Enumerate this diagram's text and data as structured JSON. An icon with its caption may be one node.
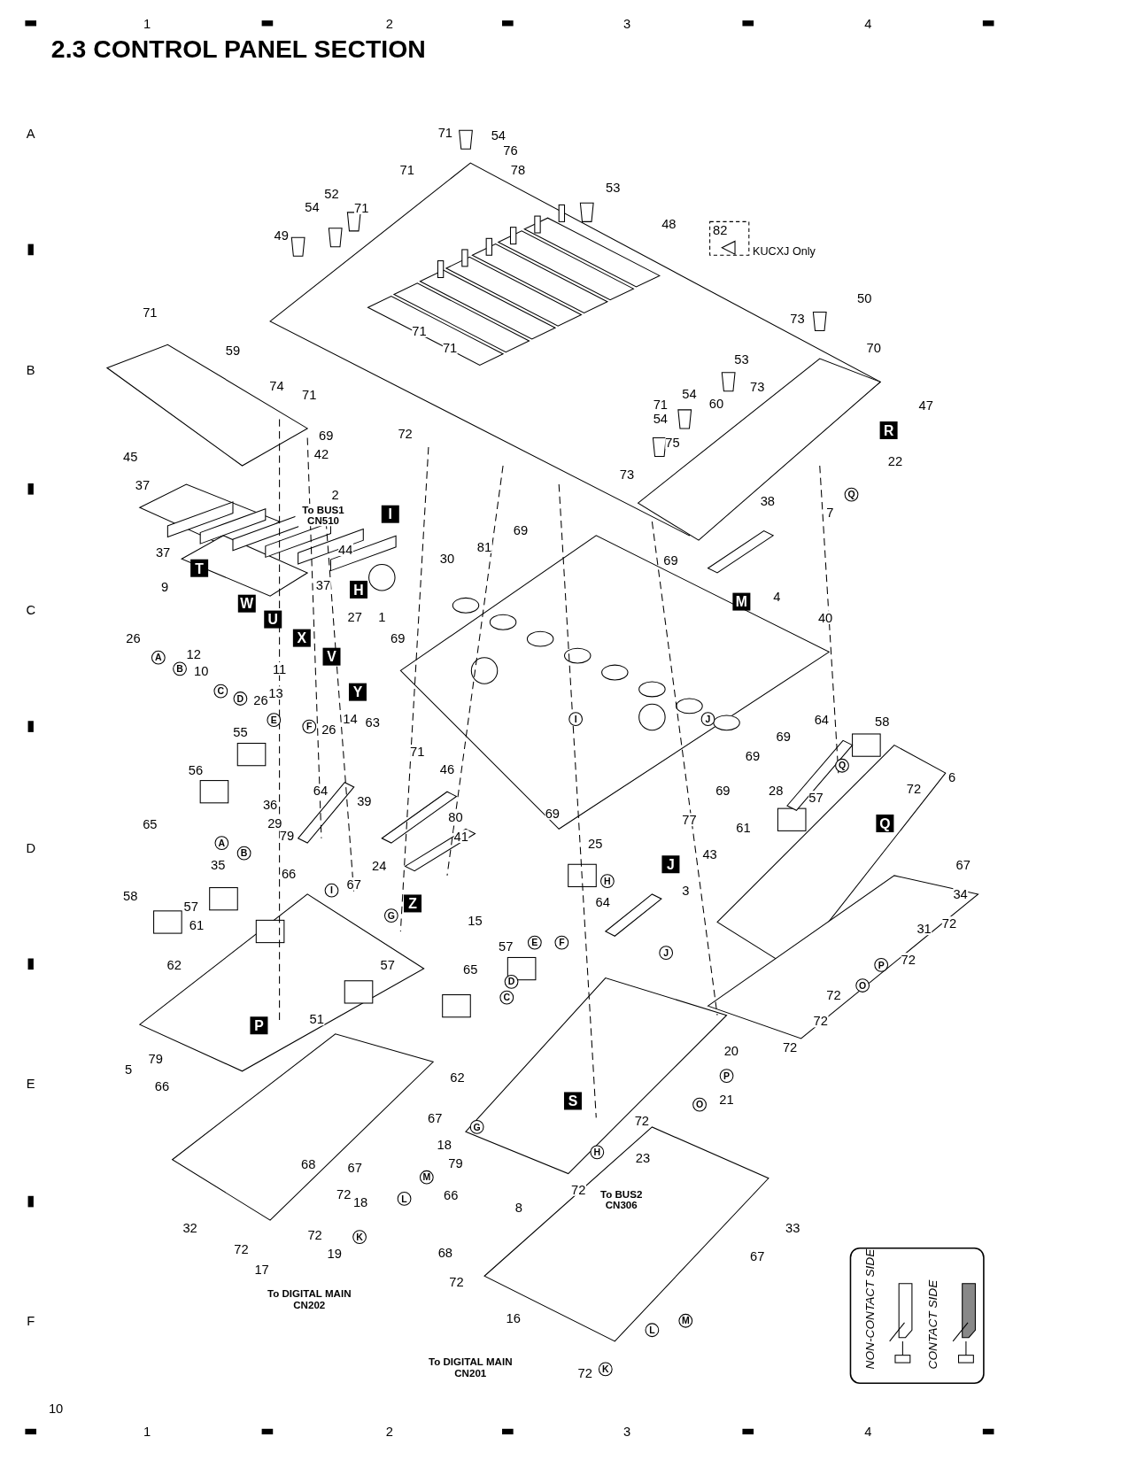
{
  "diagram": {
    "title": "2.3 CONTROL PANEL SECTION",
    "labels": [
      "1",
      "2",
      "3",
      "4",
      "A",
      "B",
      "C",
      "D",
      "E",
      "F",
      "71",
      "54",
      "76",
      "78",
      "71",
      "53",
      "52",
      "54",
      "71",
      "48",
      "82",
      "KUCXJ Only",
      "49",
      "50",
      "71",
      "73",
      "70",
      "71",
      "71",
      "59",
      "53",
      "74",
      "71",
      "73",
      "47",
      "54",
      "60",
      "71",
      "54",
      "R",
      "75",
      "69",
      "72",
      "42",
      "22",
      "45",
      "73",
      "Q",
      "7",
      "37",
      "2",
      "I",
      "38",
      "To BUS1 CN510",
      "69",
      "37",
      "T",
      "44",
      "81",
      "30",
      "69",
      "4",
      "M",
      "9",
      "H",
      "37",
      "W",
      "1",
      "27",
      "U",
      "40",
      "26",
      "X",
      "12",
      "A",
      "B",
      "10",
      "V",
      "11",
      "69",
      "C",
      "D",
      "26",
      "13",
      "Y",
      "14",
      "E",
      "F",
      "26",
      "I",
      "J",
      "55",
      "63",
      "64",
      "58",
      "71",
      "69",
      "69",
      "46",
      "56",
      "Q",
      "28",
      "72",
      "6",
      "64",
      "39",
      "69",
      "36",
      "57",
      "80",
      "29",
      "79",
      "65",
      "61",
      "41",
      "69",
      "77",
      "Q",
      "A",
      "B",
      "25",
      "35",
      "66",
      "67",
      "24",
      "I",
      "H",
      "J",
      "43",
      "67",
      "58",
      "57",
      "64",
      "3",
      "G",
      "Z",
      "15",
      "34",
      "61",
      "72",
      "31",
      "E",
      "F",
      "57",
      "62",
      "57",
      "J",
      "72",
      "65",
      "D",
      "C",
      "P",
      "O",
      "72",
      "51",
      "P",
      "72",
      "5",
      "79",
      "66",
      "72",
      "20",
      "62",
      "P",
      "S",
      "21",
      "O",
      "67",
      "72",
      "G",
      "18",
      "23",
      "H",
      "79",
      "68",
      "67",
      "M",
      "66",
      "72",
      "18",
      "72",
      "8",
      "L",
      "To BUS2 CN306",
      "32",
      "72",
      "33",
      "K",
      "72",
      "19",
      "68",
      "67",
      "17",
      "72",
      "To DIGITAL MAIN CN202",
      "16",
      "L",
      "M",
      "To DIGITAL MAIN CN201",
      "72",
      "K",
      "10",
      "1",
      "2",
      "3",
      "4"
    ],
    "legend": [
      {
        "text": "NON-CONTACT SIDE"
      },
      {
        "text": "CONTACT SIDE"
      }
    ]
  }
}
